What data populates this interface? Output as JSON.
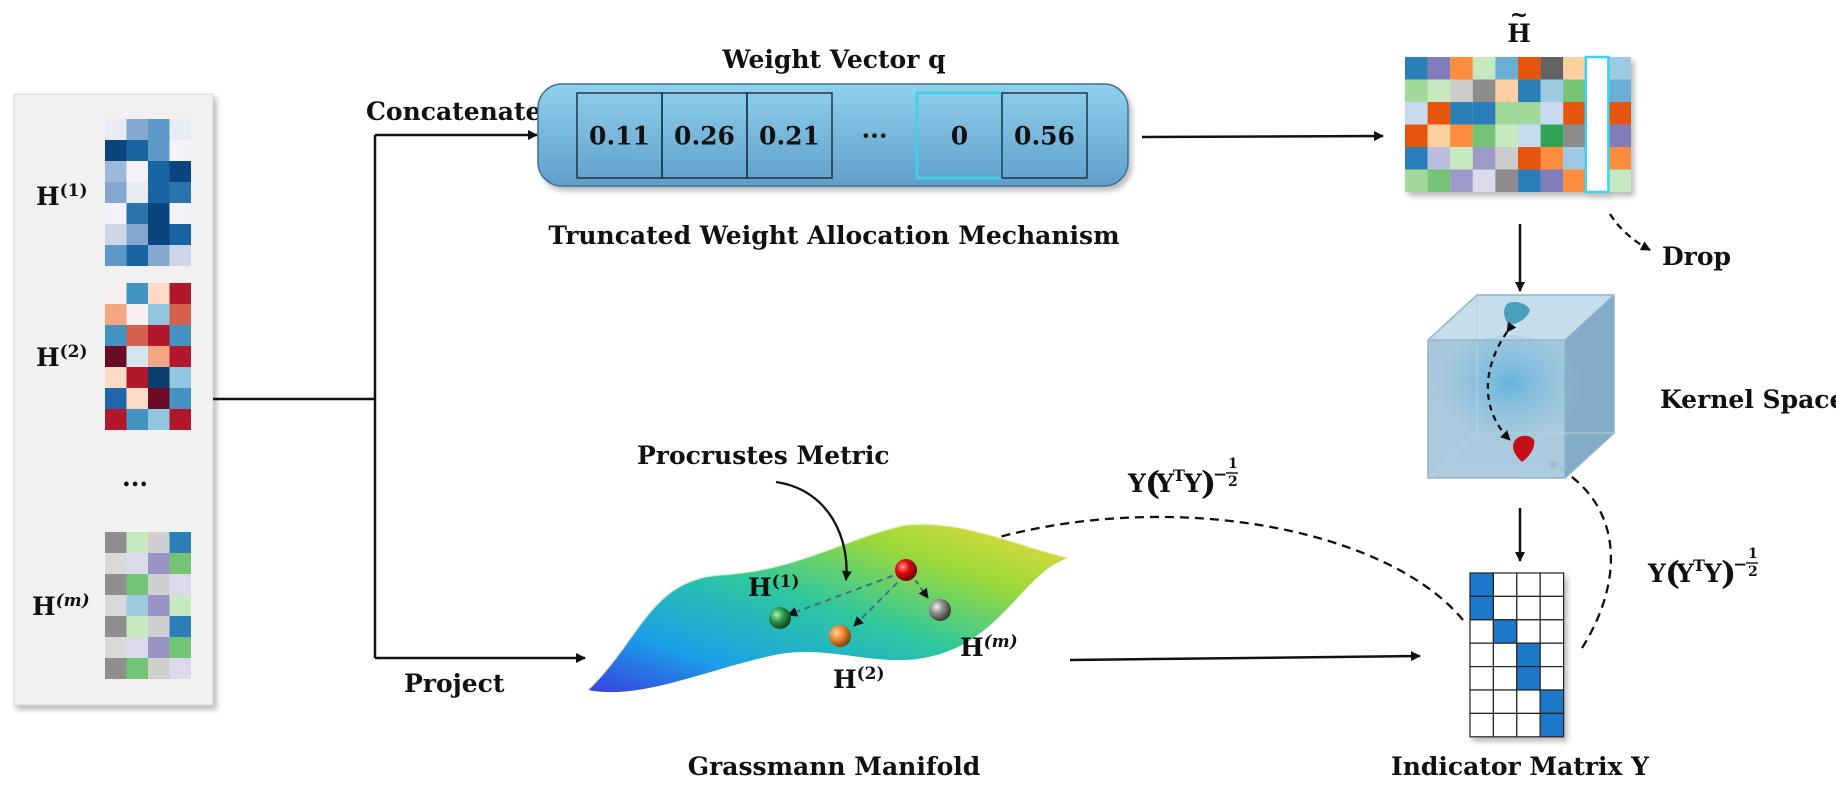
{
  "left_panel": {
    "items": [
      {
        "base": "H",
        "sup": "(1)"
      },
      {
        "base": "H",
        "sup": "(2)"
      },
      {
        "base": "H",
        "sup": "(m)"
      }
    ],
    "ellipsis": "...",
    "palettes": {
      "h1": [
        "#2a74ad",
        "#9db8d8",
        "#5e98c8",
        "#0b4580",
        "#cdd6e8",
        "#e8eaf4",
        "#f4f2f8",
        "#1965a3",
        "#84a8d0"
      ],
      "h2": [
        "#0b3c6e",
        "#2166ac",
        "#4393c3",
        "#92c5de",
        "#d1e5f0",
        "#fddbc7",
        "#f4a582",
        "#d6604d",
        "#b2182b",
        "#6b0a24",
        "#f7f0f0"
      ],
      "hm": [
        "#9ecae1",
        "#8f8f8f",
        "#9a93c6",
        "#f4a460",
        "#c7e9c0",
        "#3d9a4e",
        "#74c476",
        "#cfcfcf",
        "#d9d9d9",
        "#6a6a6a",
        "#2c7fb8",
        "#e6550d",
        "#dadaeb",
        "#fd8d3c"
      ]
    }
  },
  "concat_label": "Concatenate",
  "project_label": "Project",
  "weight_vector": {
    "title": "Weight Vector q",
    "cells": [
      "0.11",
      "0.26",
      "0.21",
      "···",
      "0",
      "0.56"
    ],
    "mechanism_label": "Truncated Weight Allocation Mechanism",
    "colors": {
      "box_top": "#8fd0ec",
      "box_bottom": "#5f9fcb",
      "highlight": "#3fd0f0"
    }
  },
  "h_tilde": {
    "base": "H",
    "accent": "~",
    "drop_label": "Drop",
    "palette": [
      "#2c7fb8",
      "#fdd0a2",
      "#fd8d3c",
      "#807dba",
      "#9ecae1",
      "#a1d99b",
      "#fd8d3c",
      "#bcbddc",
      "#74c476",
      "#c7e9c0",
      "#c6dbef",
      "#9e9ac8",
      "#6baed6",
      "#cccccc",
      "#dadaeb",
      "#e6550d",
      "#31a354",
      "#8c8c8c",
      "#636363",
      "#fdae6b"
    ]
  },
  "kernel_space_label": "Kernel Space",
  "grassmann": {
    "label": "Grassmann Manifold",
    "metric_label": "Procrustes Metric",
    "h1": {
      "base": "H",
      "sup": "(1)"
    },
    "h2": {
      "base": "H",
      "sup": "(2)"
    },
    "hm": {
      "base": "H",
      "sup": "(m)"
    },
    "ball_colors": {
      "red": "#e01010",
      "green": "#2a9a4a",
      "orange": "#f08a30",
      "gray": "#8a8a8a"
    }
  },
  "indicator": {
    "label": "Indicator Matrix Y",
    "fill_color": "#1f78c8",
    "filled_cells": [
      [
        0,
        0
      ],
      [
        1,
        0
      ],
      [
        2,
        1
      ],
      [
        3,
        2
      ],
      [
        4,
        2
      ],
      [
        5,
        3
      ],
      [
        6,
        3
      ]
    ]
  },
  "formula": {
    "prefix": "Y",
    "open": "(",
    "base_y": "Y",
    "transpose": "T",
    "tail_y": "Y",
    "close": ")",
    "exp_sign": "−",
    "exp_num": "1",
    "exp_den": "2"
  }
}
